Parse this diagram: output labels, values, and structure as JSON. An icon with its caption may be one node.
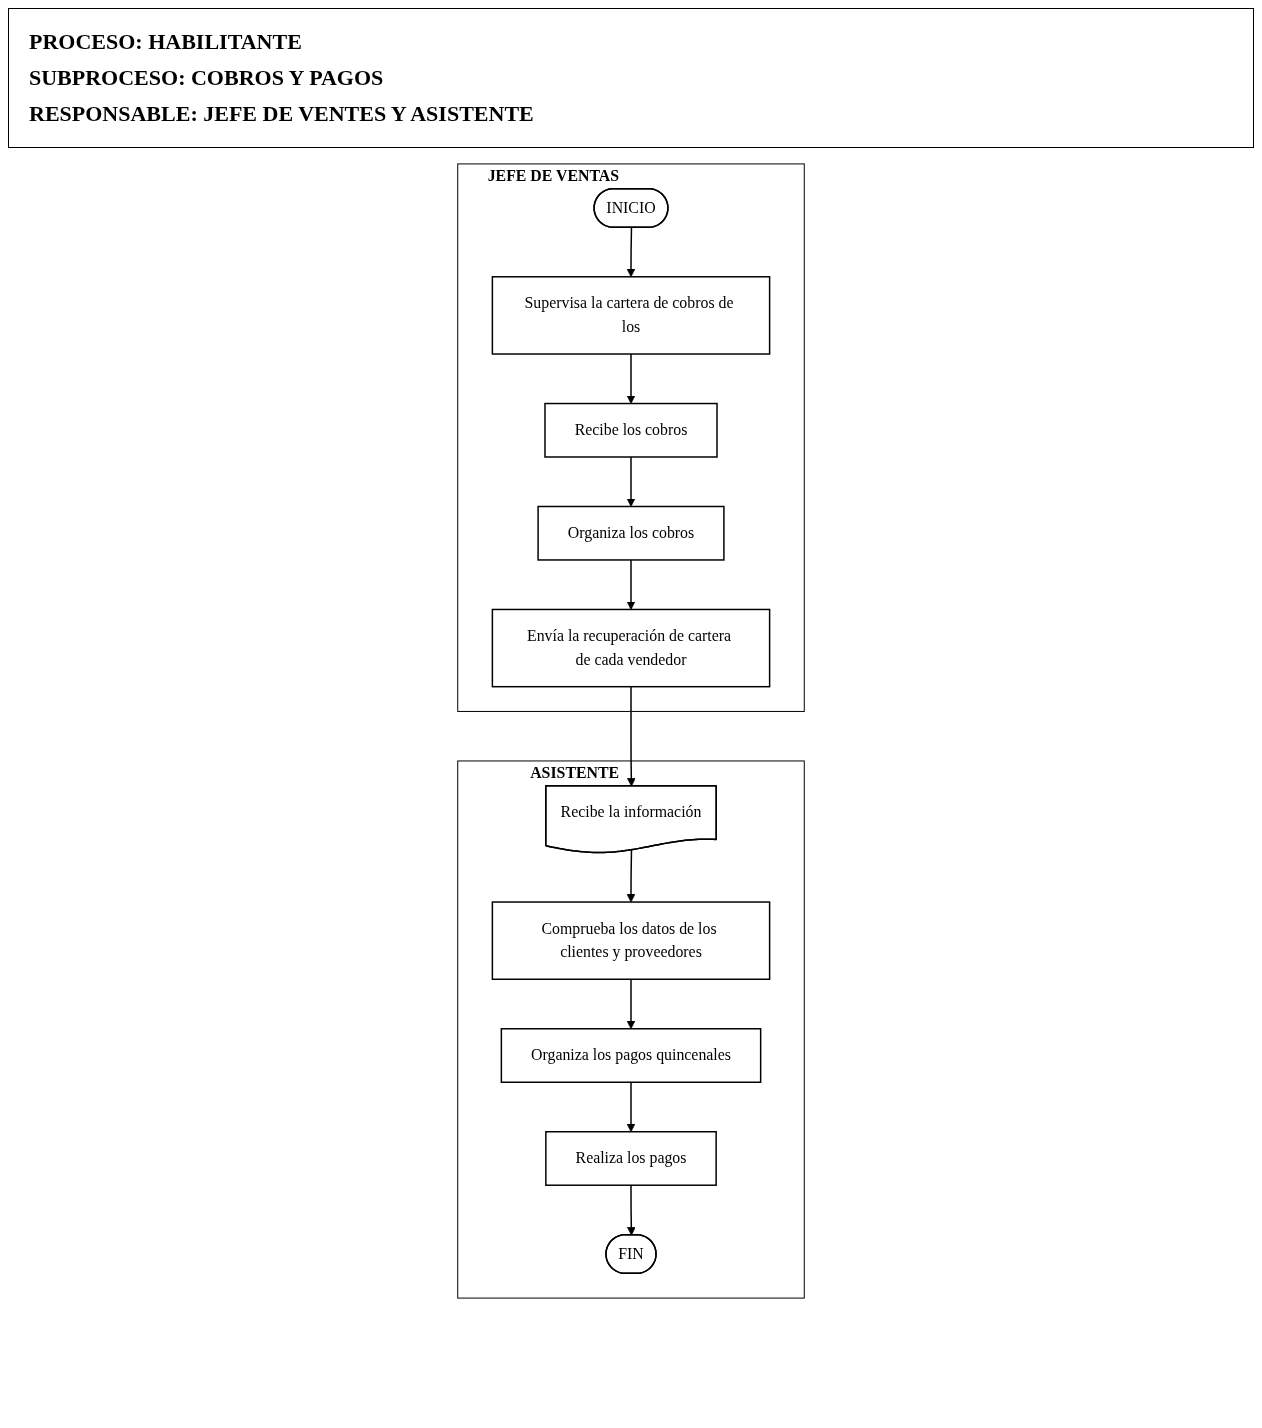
{
  "diagram": {
    "nodes": [
      {
        "text": [
          "JEFE DE VENTAS"
        ]
      },
      {
        "text": [
          "INICIO"
        ],
        "in": 0
      },
      {
        "text": [
          "Supervisa la cartera de cobros de los"
        ],
        "in": 0
      },
      {
        "text": [
          "Recibe los cobros"
        ],
        "in": 0
      },
      {
        "text": [
          "Organiza los cobros"
        ],
        "in": 0
      },
      {
        "text": [
          "Envía la recuperación de cartera de cada vendedor"
        ],
        "in": 0
      },
      {
        "text": [
          "ASISTENTE"
        ]
      },
      {
        "text": [
          "Recibe la información"
        ],
        "in": 6
      },
      {
        "text": [
          "Comprueba los datos de los clientes y proveedores"
        ],
        "in": 6
      },
      {
        "text": [
          "Organiza los pagos quincenales"
        ],
        "in": 6
      },
      {
        "text": [
          "Realiza los pagos"
        ],
        "in": 6
      },
      {
        "text": [
          "FIN"
        ],
        "in": 6
      }
    ],
    "edges": [
      {
        "from": 1,
        "to": 2,
        "arrow": "to"
      },
      {
        "from": 2,
        "to": 3,
        "arrow": "to"
      },
      {
        "from": 3,
        "to": 4,
        "arrow": "to"
      },
      {
        "from": 4,
        "to": 5,
        "arrow": "to"
      },
      {
        "from": 5,
        "to": 7,
        "arrow": "to"
      },
      {
        "from": 7,
        "to": 8,
        "arrow": "to"
      },
      {
        "from": 8,
        "to": 9,
        "arrow": "to"
      },
      {
        "from": 9,
        "to": 10,
        "arrow": "to"
      },
      {
        "from": 10,
        "to": 11,
        "arrow": "to"
      }
    ],
    "labels": [
      "PROCESO: HABILITANTE",
      "SUBPROCESO: COBROS Y PAGOS",
      "RESPONSABLE: JEFE DE VENTES Y ASISTENTE"
    ]
  }
}
